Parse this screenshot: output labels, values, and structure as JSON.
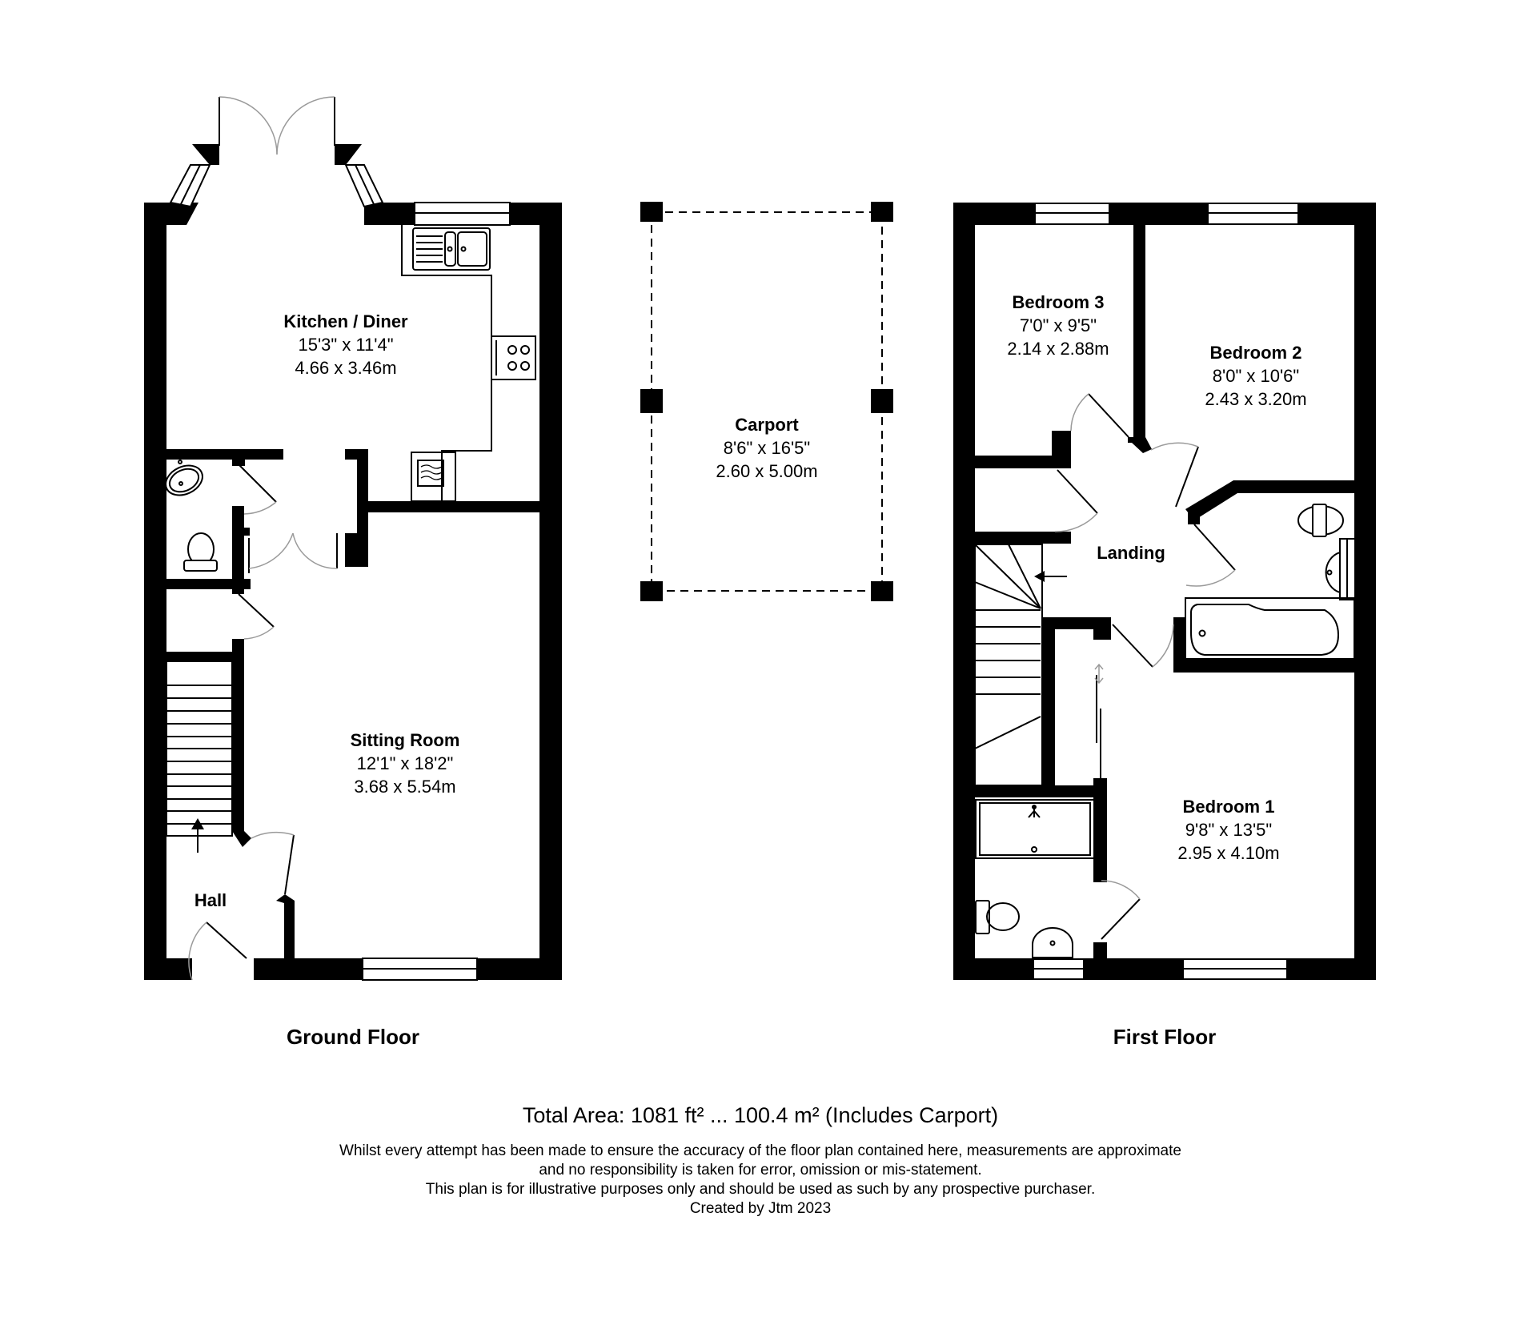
{
  "rooms": {
    "kitchen": {
      "name": "Kitchen / Diner",
      "imperial": "15'3\" x 11'4\"",
      "metric": "4.66 x 3.46m"
    },
    "sitting": {
      "name": "Sitting Room",
      "imperial": "12'1\" x 18'2\"",
      "metric": "3.68 x 5.54m"
    },
    "hall": {
      "name": "Hall"
    },
    "carport": {
      "name": "Carport",
      "imperial": "8'6\" x 16'5\"",
      "metric": "2.60 x 5.00m"
    },
    "bedroom3": {
      "name": "Bedroom 3",
      "imperial": "7'0\" x 9'5\"",
      "metric": "2.14 x 2.88m"
    },
    "bedroom2": {
      "name": "Bedroom 2",
      "imperial": "8'0\" x 10'6\"",
      "metric": "2.43 x 3.20m"
    },
    "landing": {
      "name": "Landing"
    },
    "bedroom1": {
      "name": "Bedroom 1",
      "imperial": "9'8\" x 13'5\"",
      "metric": "2.95 x 4.10m"
    }
  },
  "floors": {
    "ground": "Ground Floor",
    "first": "First Floor"
  },
  "footer": {
    "total_area": "Total Area: 1081 ft² ... 100.4 m² (Includes Carport)",
    "disclaimer": [
      "Whilst every attempt has been made to ensure the accuracy of the floor plan contained here, measurements are approximate",
      "and no responsibility is taken for error, omission or mis-statement.",
      "This plan is for illustrative purposes only and should be used as such by any prospective purchaser.",
      "Created by Jtm 2023"
    ]
  },
  "fixtures": [
    "sink-icon",
    "hob-icon",
    "boiler-icon",
    "toilet-icon",
    "basin-icon",
    "bath-icon",
    "shower-icon",
    "stairs-icon"
  ]
}
